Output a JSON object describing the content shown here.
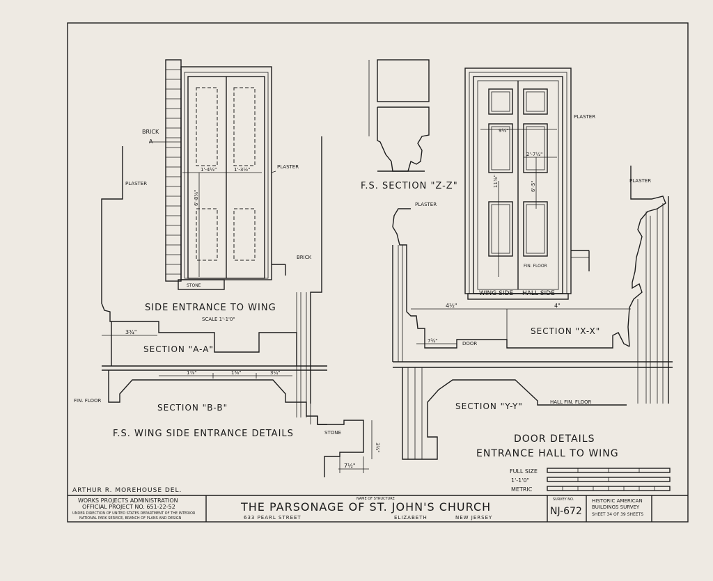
{
  "title_block": {
    "delineator": "ARTHUR R. MOREHOUSE DEL.",
    "agency_line1": "WORKS PROJECTS ADMINISTRATION",
    "agency_line2": "OFFICIAL PROJECT NO. 651-22-52",
    "agency_line3": "UNDER DIRECTION OF UNITED STATES DEPARTMENT OF THE INTERIOR",
    "agency_line4": "NATIONAL PARK SERVICE, BRANCH OF PLANS AND DESIGN",
    "name_caption": "NAME OF STRUCTURE",
    "structure_name": "THE PARSONAGE OF ST. JOHN'S CHURCH",
    "street": "633 PEARL STREET",
    "city": "ELIZABETH",
    "state": "NEW JERSEY",
    "survey_caption": "SURVEY NO.",
    "survey_no": "NJ-672",
    "habs_line1": "HISTORIC AMERICAN",
    "habs_line2": "BUILDINGS SURVEY",
    "sheet_line": "SHEET 34 OF 39 SHEETS"
  },
  "left_panel": {
    "view_title": "SIDE ENTRANCE TO WING",
    "view_scale": "SCALE 1'-1'0\"",
    "section_aa": "SECTION \"A-A\"",
    "section_bb": "SECTION \"B-B\"",
    "group_title": "F.S. WING SIDE ENTRANCE DETAILS",
    "labels": {
      "brick_top": "BRICK",
      "mark_a": "A",
      "plaster_right": "PLASTER",
      "plaster_left": "PLASTER",
      "brick_mid": "BRICK",
      "stone": "STONE",
      "fin_floor": "FIN. FLOOR",
      "stone_step": "STONE"
    },
    "dims": {
      "d1": "1'-4½\"",
      "d2": "1'-3½\"",
      "d3": "6'-8⅜\"",
      "d4": "3¾\"",
      "d5": "1⅞\"",
      "d6": "1⅜\"",
      "d7": "3¼\"",
      "d8": "3½\"",
      "d9": "7½\""
    }
  },
  "right_panel": {
    "section_zz": "F.S. SECTION \"Z-Z\"",
    "section_xx": "SECTION \"X-X\"",
    "section_yy": "SECTION \"Y-Y\"",
    "wing_side": "WING SIDE",
    "hall_side": "HALL SIDE",
    "title1": "DOOR DETAILS",
    "title2": "ENTRANCE HALL TO WING",
    "labels": {
      "plaster_a": "PLASTER",
      "plaster_b": "PLASTER",
      "plaster_c": "PLASTER",
      "fin_floor": "FIN. FLOOR",
      "door": "DOOR",
      "hall_fin_floor": "HALL FIN. FLOOR"
    },
    "dims": {
      "d1": "4½\"",
      "d2": "9½\"",
      "d3": "4\"",
      "d4": "7¾\"",
      "d5": "2'-7½\"",
      "d6": "11⅞\"",
      "d7": "6'-5\""
    }
  },
  "scales": {
    "full_size": "FULL SIZE",
    "one_foot": "1'-1'0\"",
    "metric": "METRIC"
  },
  "icons": {
    "ink_color": "#1d1d1d",
    "paper_color": "#eeeae3"
  }
}
